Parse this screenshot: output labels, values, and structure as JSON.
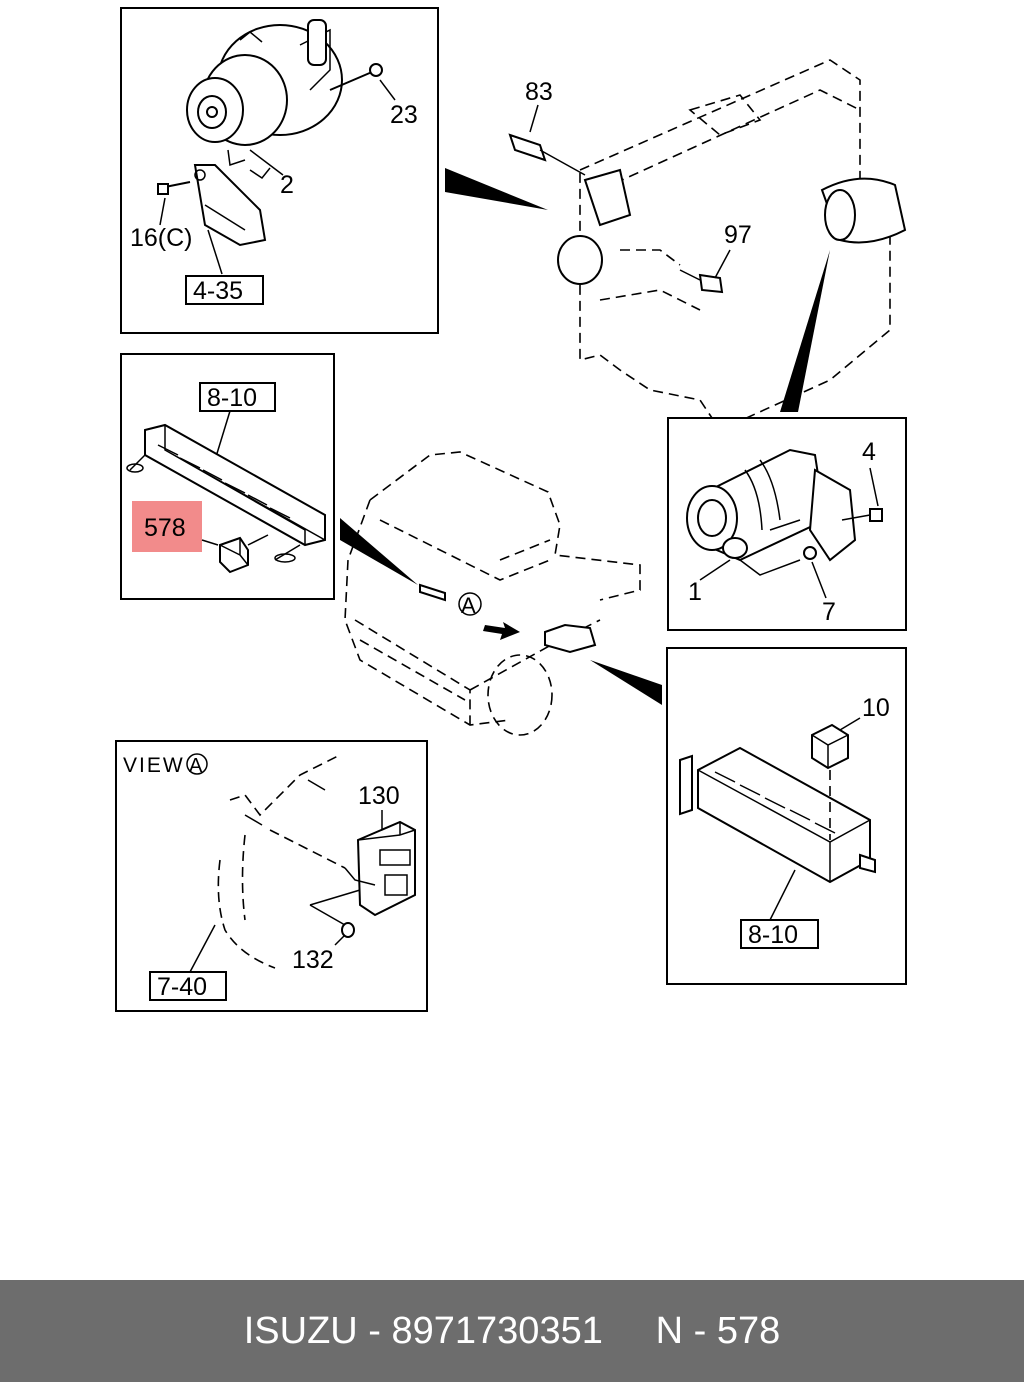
{
  "labels": {
    "p23": "23",
    "p2": "2",
    "p16c": "16(C)",
    "ref435": "4-35",
    "p83": "83",
    "p97": "97",
    "ref810a": "8-10",
    "p578": "578",
    "markA": "A",
    "p4": "4",
    "p1": "1",
    "p7": "7",
    "viewA": "VIEW",
    "viewAcircle": "A",
    "p130": "130",
    "p132": "132",
    "ref740": "7-40",
    "p10": "10",
    "ref810b": "8-10"
  },
  "footer": {
    "text": "ISUZU - 8971730351     N - 578"
  },
  "colors": {
    "highlight": "#f28b8b",
    "footer_bg": "#6d6d6d"
  }
}
